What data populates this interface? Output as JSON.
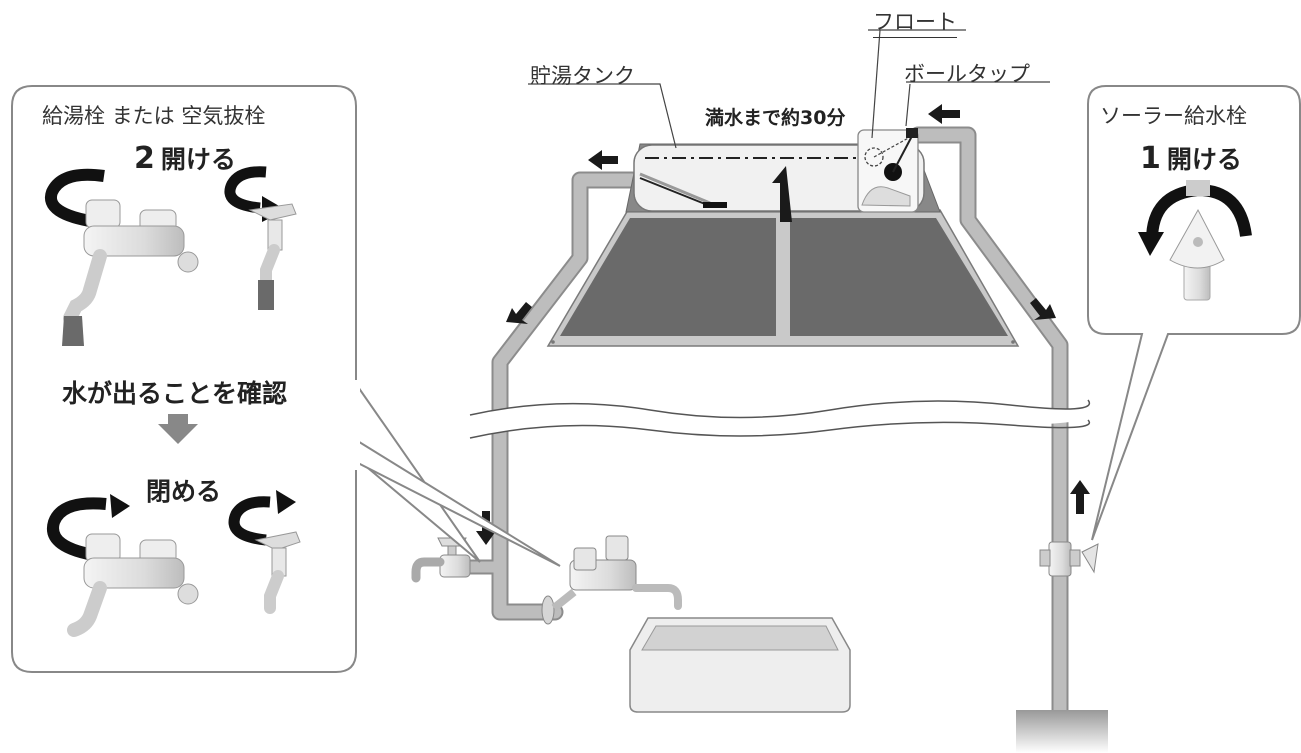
{
  "labels": {
    "float": "フロート",
    "ball_tap": "ボールタップ",
    "tank": "貯湯タンク",
    "fill_time": "満水まで約30分"
  },
  "left_panel": {
    "title": "給湯栓 または 空気抜栓",
    "step_number": "2",
    "step_action": "開ける",
    "confirm": "水が出ることを確認",
    "close": "閉める"
  },
  "right_panel": {
    "title": "ソーラー給水栓",
    "step_number": "1",
    "step_action": "開ける"
  },
  "colors": {
    "pipe": "#b9b9b9",
    "pipe_outline": "#8c8c8c",
    "panel": "#6a6a6a",
    "arrow": "#1a1a1a",
    "tank_body": "#eeeeee"
  }
}
